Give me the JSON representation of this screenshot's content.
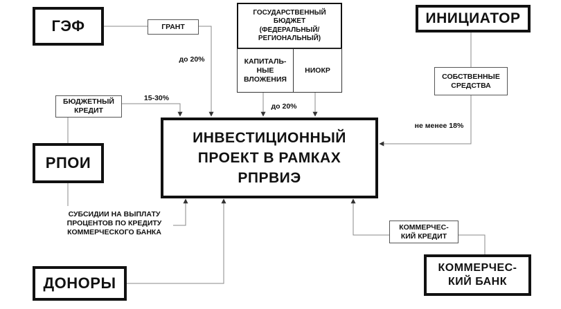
{
  "nodes": {
    "gef": "ГЭФ",
    "grant": "ГРАНТ",
    "state_budget": "ГОСУДАРСТВЕННЫЙ\nБЮДЖЕТ\n(ФЕДЕРАЛЬНЫЙ/\nРЕГИОНАЛЬНЫЙ)",
    "capital": "КАПИТАЛЬ-\nНЫЕ\nВЛОЖЕНИЯ",
    "niokr": "НИОКР",
    "initiator": "ИНИЦИАТОР",
    "own_funds": "СОБСТВЕННЫЕ\nСРЕДСТВА",
    "budget_credit": "БЮДЖЕТНЫЙ\nКРЕДИТ",
    "project": "ИНВЕСТИЦИОННЫЙ\nПРОЕКТ В РАМКАХ\nРПРВИЭ",
    "rpoi": "РПОИ",
    "commercial_credit": "КОММЕРЧЕС-\nКИЙ КРЕДИТ",
    "commercial_bank": "КОММЕРЧЕС-\nКИЙ БАНК",
    "donors": "ДОНОРЫ"
  },
  "labels": {
    "grant_share": "до 20%",
    "budget_credit_share": "15-30%",
    "state_share": "до 20%",
    "own_share": "не менее 18%",
    "subsidies": "СУБСИДИИ НА ВЫПЛАТУ\nПРОЦЕНТОВ ПО КРЕДИТУ\nКОММЕРЧЕСКОГО БАНКА"
  }
}
